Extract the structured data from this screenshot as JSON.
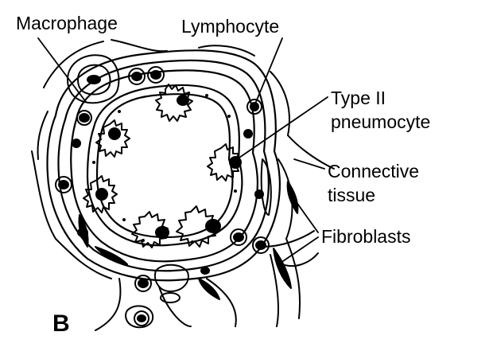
{
  "labels": {
    "macrophage": "Macrophage",
    "lymphocyte": "Lymphocyte",
    "type2_line1": "Type II",
    "type2_line2": "pneumocyte",
    "connective_line1": "Connective",
    "connective_line2": "tissue",
    "fibroblasts": "Fibroblasts"
  },
  "panel_letter": "B",
  "colors": {
    "ink": "#000000",
    "background": "#ffffff"
  }
}
